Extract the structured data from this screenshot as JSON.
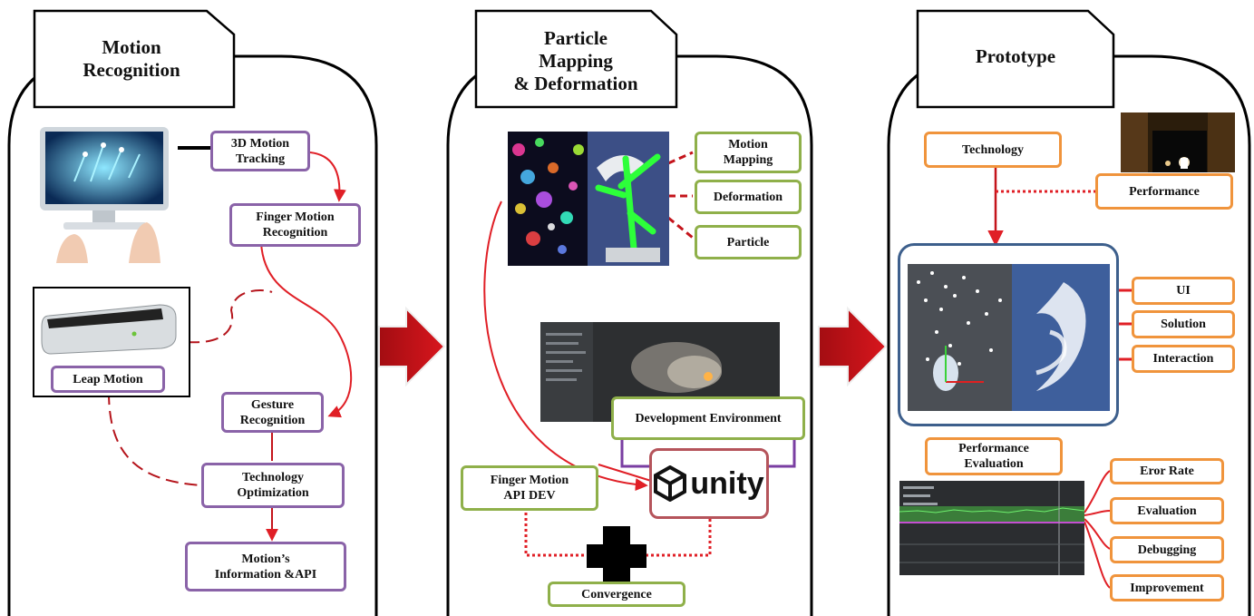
{
  "panels": [
    {
      "title": "Motion\nRecognition",
      "nodes": {
        "tracking": "3D Motion\nTracking",
        "finger": "Finger Motion\nRecognition",
        "leap": "Leap Motion",
        "gesture": "Gesture\nRecognition",
        "optim": "Technology\nOptimization",
        "info": "Motion’s\nInformation &API"
      }
    },
    {
      "title": "Particle\nMapping\n& Deformation",
      "nodes": {
        "mapping": "Motion\nMapping",
        "deform": "Deformation",
        "particle": "Particle",
        "devenv": "Development Environment",
        "api": "Finger Motion\nAPI DEV",
        "convergence": "Convergence",
        "unity_logo": "unity"
      }
    },
    {
      "title": "Prototype",
      "nodes": {
        "technology": "Technology",
        "performance": "Performance",
        "ui": "UI",
        "solution": "Solution",
        "interaction": "Interaction",
        "perf_eval": "Performance\nEvaluation",
        "error_rate": "Eror Rate",
        "evaluation": "Evaluation",
        "debugging": "Debugging",
        "improvement": "Improvement"
      }
    }
  ],
  "colors": {
    "arrow_red": "#c4141b",
    "purple": "#8a63a8",
    "green": "#8fb04a",
    "orange": "#f0943c",
    "blue_frame": "#3d5f8c"
  }
}
